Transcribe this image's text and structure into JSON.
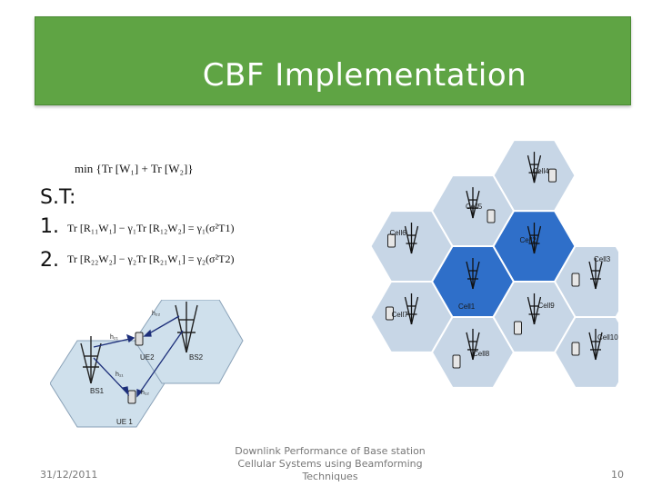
{
  "slide": {
    "title": "CBF Implementation",
    "objective": "min {Tr [W₁] + Tr [W₂]}",
    "st_label": "S.T:",
    "constraints": [
      {
        "num": "1.",
        "expr": "Tr [R₁₁W₁] − γ₁Tr [R₁₂W₂] = γ₁(σ²T1)"
      },
      {
        "num": "2.",
        "expr": "Tr [R₂₂W₂] − γ₂Tr [R₂₁W₁] = γ₂(σ²T2)"
      }
    ]
  },
  "left_diagram": {
    "labels": {
      "bs1": "BS1",
      "bs2": "BS2",
      "ue1": "UE 1",
      "ue2": "UE2",
      "h11": "h₁₁",
      "h12": "h₁₂",
      "h21": "h₂₁",
      "h22": "h₂₂"
    }
  },
  "right_diagram": {
    "cells": [
      "Cell1",
      "Cell2",
      "Cell3",
      "Cell4",
      "Cell5",
      "Cell6",
      "Cell7",
      "Cell8",
      "Cell9",
      "Cell10"
    ]
  },
  "footer": {
    "date": "31/12/2011",
    "center_lines": [
      "Downlink Performance of Base station",
      "Cellular Systems using Beamforming",
      "Techniques"
    ],
    "page": "10"
  },
  "colors": {
    "title_bg": "#5fa444",
    "cell_fill": "#c7d6e6",
    "cell_active": "#2f6fc9",
    "cell_stroke": "#ffffff"
  }
}
